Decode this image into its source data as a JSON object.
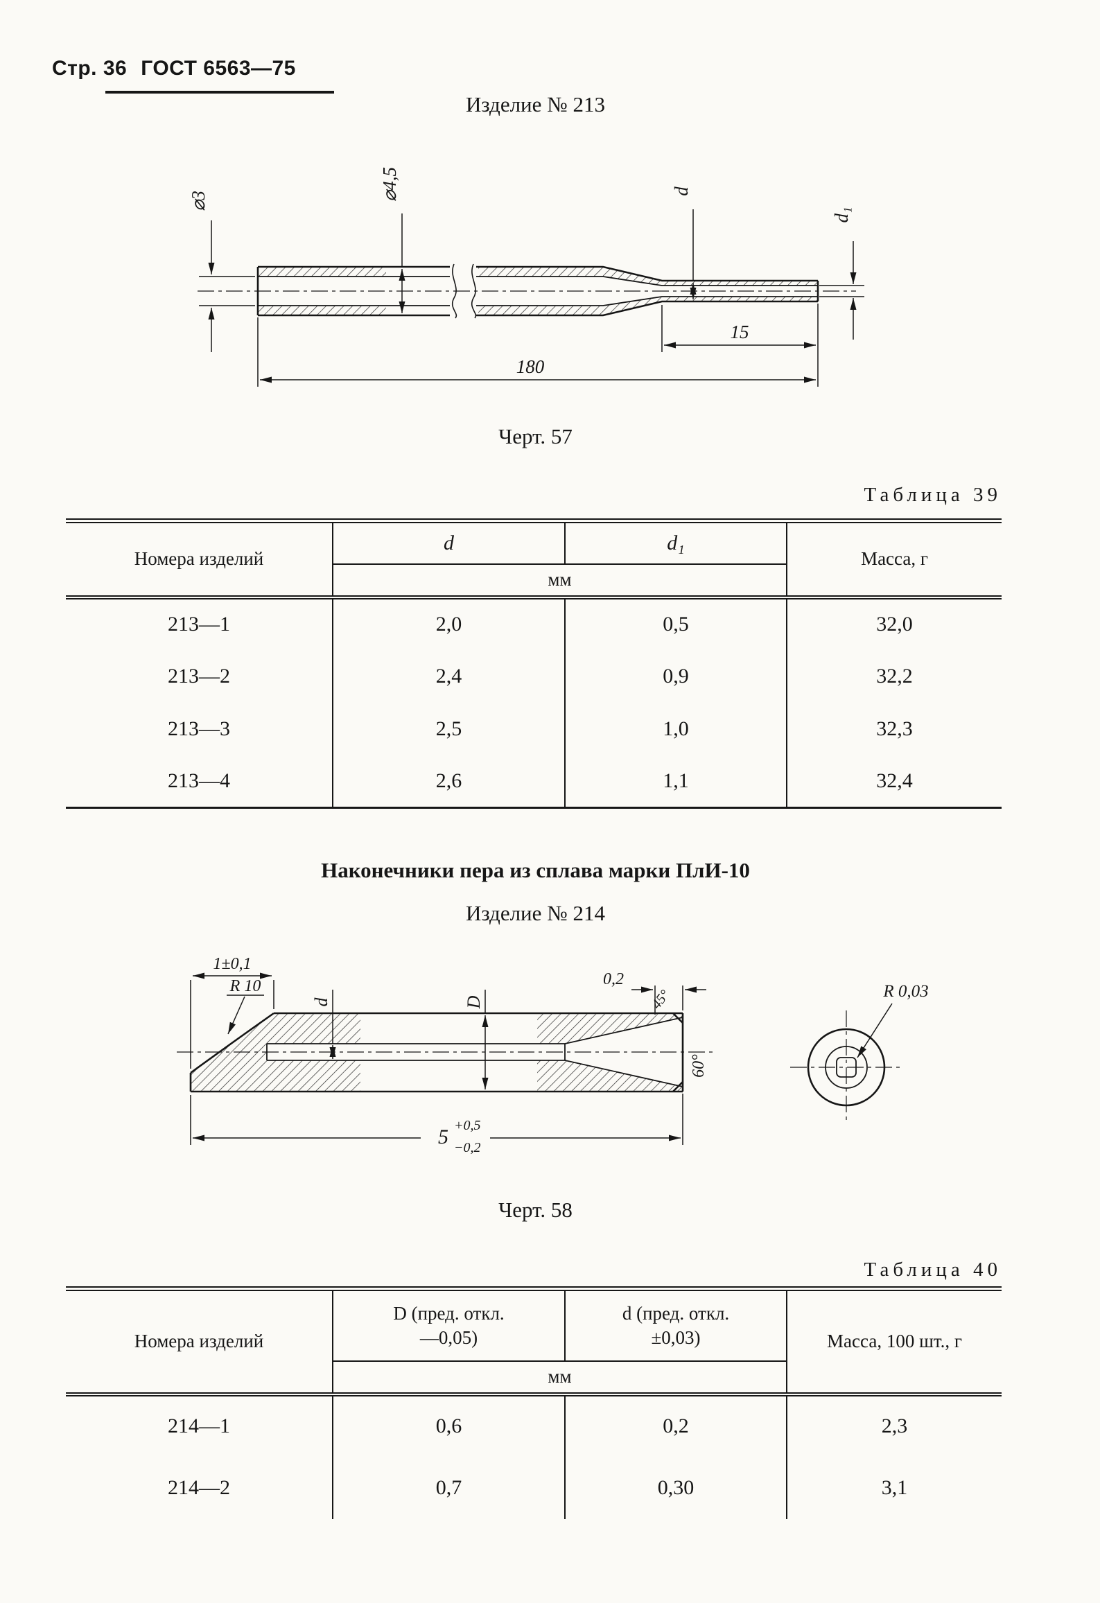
{
  "page": {
    "header_page": "Стр. 36",
    "header_doc": "ГОСТ 6563—75"
  },
  "product213": {
    "title": "Изделие № 213",
    "caption": "Черт. 57",
    "dims": {
      "phi3": "⌀3",
      "phi45": "⌀4,5",
      "d": "d",
      "d1": "d₁",
      "len15": "15",
      "len180": "180"
    }
  },
  "table39": {
    "caption": "Таблица 39",
    "col_products": "Номера изделий",
    "col_d": "d",
    "col_d1": "d₁",
    "unit": "мм",
    "col_mass": "Масса, г",
    "rows": [
      {
        "num": "213—1",
        "d": "2,0",
        "d1": "0,5",
        "mass": "32,0"
      },
      {
        "num": "213—2",
        "d": "2,4",
        "d1": "0,9",
        "mass": "32,2"
      },
      {
        "num": "213—3",
        "d": "2,5",
        "d1": "1,0",
        "mass": "32,3"
      },
      {
        "num": "213—4",
        "d": "2,6",
        "d1": "1,1",
        "mass": "32,4"
      }
    ]
  },
  "section214": {
    "heading": "Наконечники пера из сплава марки ПлИ-10",
    "title": "Изделие № 214",
    "caption": "Черт. 58",
    "dims": {
      "tip_len": "1±0,1",
      "r10": "R 10",
      "d": "d",
      "big_d": "D",
      "wall": "0,2",
      "ang45": "45°",
      "ang60": "60°",
      "r003": "R 0,03",
      "len": "5",
      "len_plus": "+0,5",
      "len_minus": "−0,2"
    }
  },
  "table40": {
    "caption": "Таблица 40",
    "col_products": "Номера изделий",
    "col_D": "D (пред. откл.\n—0,05)",
    "col_d": "d (пред. откл.\n±0,03)",
    "unit": "мм",
    "col_mass": "Масса, 100 шт., г",
    "rows": [
      {
        "num": "214—1",
        "D": "0,6",
        "d": "0,2",
        "mass": "2,3"
      },
      {
        "num": "214—2",
        "D": "0,7",
        "d": "0,30",
        "mass": "3,1"
      }
    ]
  }
}
